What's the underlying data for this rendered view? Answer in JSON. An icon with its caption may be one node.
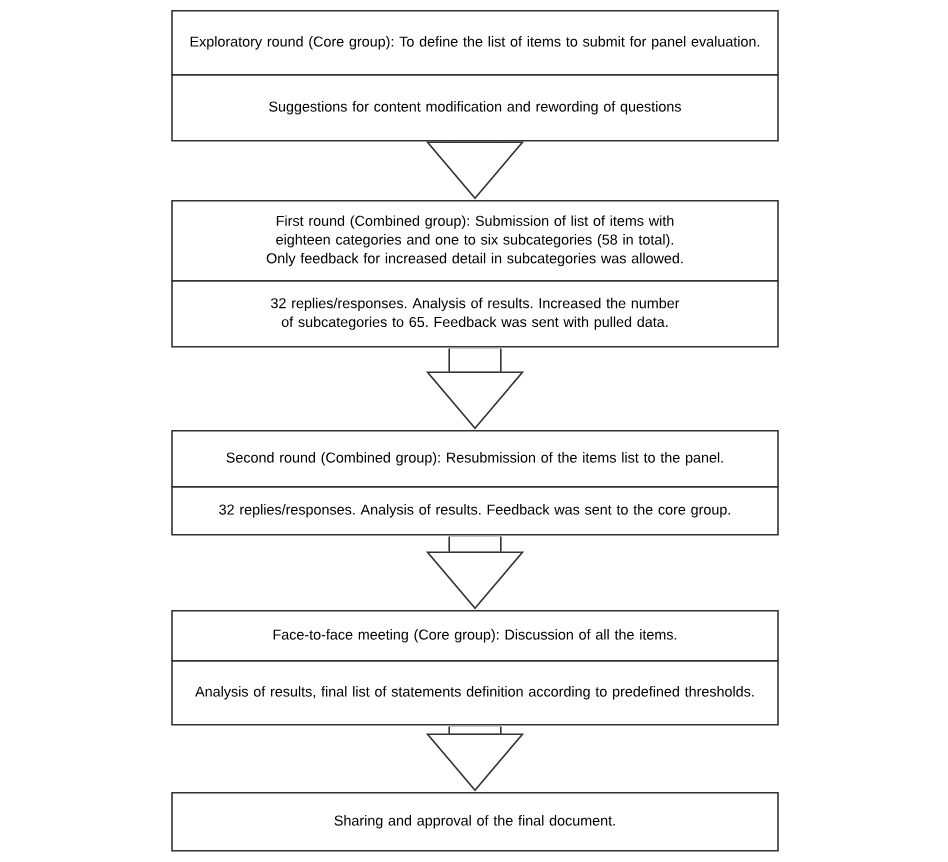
{
  "diagram": {
    "nodes": [
      {
        "text": [
          "Exploratory round (Core group): To define the list of items to submit for panel evaluation."
        ]
      },
      {
        "text": [
          "Suggestions for content modification and rewording of questions"
        ]
      },
      {
        "text": [
          "First round (Combined group): Submission of list of items with eighteen categories and one to six subcategories (58 in total). Only feedback for increased detail in subcategories was allowed."
        ]
      },
      {
        "text": [
          "32 replies/responses. Analysis of results. Increased the number of subcategories to 65. Feedback was sent with pulled data."
        ]
      },
      {
        "text": [
          "Second round (Combined group): Resubmission of the items list to the panel."
        ]
      },
      {
        "text": [
          "32 replies/responses. Analysis of results. Feedback was sent to the core group."
        ]
      },
      {
        "text": [
          "Face-to-face meeting (Core group): Discussion of all the items."
        ]
      },
      {
        "text": [
          "Analysis of results, final list of statements definition according to predefined thresholds."
        ]
      },
      {
        "text": [
          "Sharing and approval of the final document."
        ]
      }
    ],
    "edges": [
      {
        "from": 1,
        "to": 2,
        "arrow": "to"
      },
      {
        "from": 3,
        "to": 4,
        "arrow": "to"
      },
      {
        "from": 5,
        "to": 6,
        "arrow": "to"
      },
      {
        "from": 7,
        "to": 8,
        "arrow": "to"
      }
    ]
  }
}
